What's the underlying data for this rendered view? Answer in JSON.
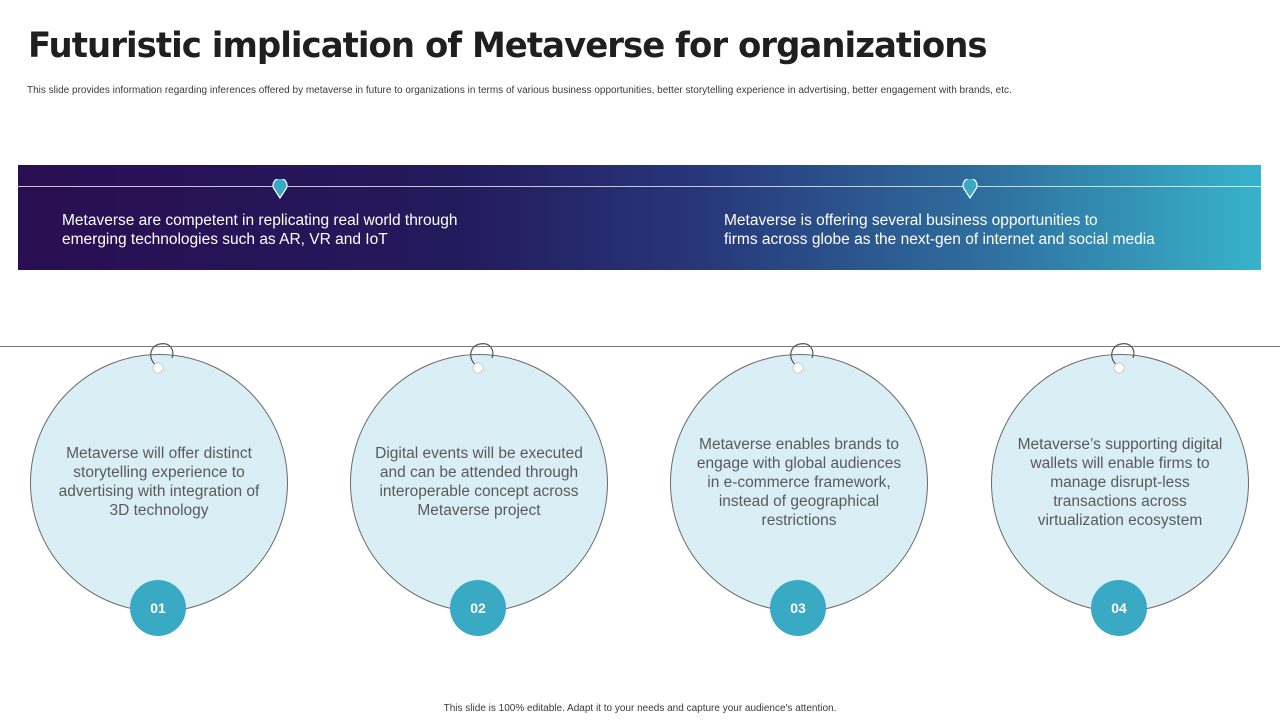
{
  "slide": {
    "title": "Futuristic implication of Metaverse for organizations",
    "subtitle": "This slide provides information regarding inferences offered by metaverse in future to organizations in terms of various business opportunities, better storytelling experience in advertising, better engagement  with brands, etc.",
    "footer": "This slide is 100% editable.  Adapt it to your needs and capture your audience's attention."
  },
  "banner": {
    "left_text": "Metaverse are competent in replicating real world through\nemerging technologies such as AR, VR and IoT",
    "right_text": "Metaverse is offering several business opportunities to\nfirms across globe as the next-gen of internet and social media"
  },
  "cards": [
    {
      "number": "01",
      "text": "Metaverse will offer distinct storytelling  experience to advertising with integration of 3D technology"
    },
    {
      "number": "02",
      "text": "Digital events will be executed and can be attended through interoperable concept across Metaverse project"
    },
    {
      "number": "03",
      "text": "Metaverse enables brands to engage with global audiences in e-commerce framework, instead of geographical restrictions"
    },
    {
      "number": "04",
      "text": "Metaverse’s supporting digital wallets will enable firms to manage disrupt-less transactions across virtualization  ecosystem"
    }
  ],
  "colors": {
    "banner_start": "#2a0e52",
    "banner_end": "#38b3cb",
    "circle_fill": "#d9eff5",
    "badge": "#3aa9c4",
    "pin": "#3aa9c4"
  }
}
